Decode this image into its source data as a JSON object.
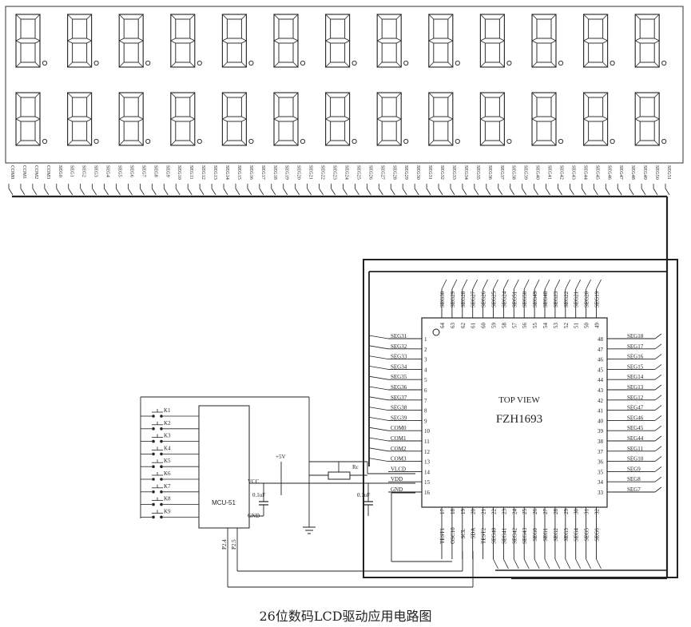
{
  "caption": "26位数码LCD驱动应用电路图",
  "lcd": {
    "pins": [
      "COM0",
      "COM1",
      "COM2",
      "COM3",
      "SEG0",
      "SEG1",
      "SEG2",
      "SEG3",
      "SEG4",
      "SEG5",
      "SEG6",
      "SEG7",
      "SEG8",
      "SEG9",
      "SEG10",
      "SEG11",
      "SEG12",
      "SEG13",
      "SEG14",
      "SEG15",
      "SEG16",
      "SEG17",
      "SEG18",
      "SEG19",
      "SEG20",
      "SEG21",
      "SEG22",
      "SEG23",
      "SEG24",
      "SEG25",
      "SEG26",
      "SEG27",
      "SEG28",
      "SEG29",
      "SEG30",
      "SEG31",
      "SEG32",
      "SEG33",
      "SEG34",
      "SEG35",
      "SEG36",
      "SEG37",
      "SEG38",
      "SEG39",
      "SEG40",
      "SEG41",
      "SEG42",
      "SEG43",
      "SEG44",
      "SEG45",
      "SEG46",
      "SEG47",
      "SEG48",
      "SEG49",
      "SEG50",
      "SEG51"
    ],
    "digits_per_row": 13,
    "rows": 2
  },
  "chip": {
    "title": "TOP VIEW",
    "name": "FZH1693",
    "pins": {
      "left": [
        {
          "num": "1",
          "label": "SEG31"
        },
        {
          "num": "2",
          "label": "SEG32"
        },
        {
          "num": "3",
          "label": "SEG33"
        },
        {
          "num": "4",
          "label": "SEG34"
        },
        {
          "num": "5",
          "label": "SEG35"
        },
        {
          "num": "6",
          "label": "SEG36"
        },
        {
          "num": "7",
          "label": "SEG37"
        },
        {
          "num": "8",
          "label": "SEG38"
        },
        {
          "num": "9",
          "label": "SEG39"
        },
        {
          "num": "10",
          "label": "COM0"
        },
        {
          "num": "11",
          "label": "COM1"
        },
        {
          "num": "12",
          "label": "COM2"
        },
        {
          "num": "13",
          "label": "COM3"
        },
        {
          "num": "14",
          "label": "VLCD"
        },
        {
          "num": "15",
          "label": "VDD"
        },
        {
          "num": "16",
          "label": "GND"
        }
      ],
      "right": [
        {
          "num": "48",
          "label": "SEG18"
        },
        {
          "num": "47",
          "label": "SEG17"
        },
        {
          "num": "46",
          "label": "SEG16"
        },
        {
          "num": "45",
          "label": "SEG15"
        },
        {
          "num": "44",
          "label": "SEG14"
        },
        {
          "num": "43",
          "label": "SEG13"
        },
        {
          "num": "42",
          "label": "SEG12"
        },
        {
          "num": "41",
          "label": "SEG47"
        },
        {
          "num": "40",
          "label": "SEG46"
        },
        {
          "num": "39",
          "label": "SEG45"
        },
        {
          "num": "38",
          "label": "SEG44"
        },
        {
          "num": "37",
          "label": "SEG11"
        },
        {
          "num": "36",
          "label": "SEG10"
        },
        {
          "num": "35",
          "label": "SEG9"
        },
        {
          "num": "34",
          "label": "SEG8"
        },
        {
          "num": "33",
          "label": "SEG7"
        }
      ],
      "top": [
        {
          "num": "64",
          "label": "SEG30"
        },
        {
          "num": "63",
          "label": "SEG29"
        },
        {
          "num": "62",
          "label": "SEG28"
        },
        {
          "num": "61",
          "label": "SEG27"
        },
        {
          "num": "60",
          "label": "SEG26"
        },
        {
          "num": "59",
          "label": "SEG25"
        },
        {
          "num": "58",
          "label": "SEG24"
        },
        {
          "num": "57",
          "label": "SEG51"
        },
        {
          "num": "56",
          "label": "SEG50"
        },
        {
          "num": "55",
          "label": "SEG49"
        },
        {
          "num": "54",
          "label": "SEG48"
        },
        {
          "num": "53",
          "label": "SEG23"
        },
        {
          "num": "52",
          "label": "SEG22"
        },
        {
          "num": "51",
          "label": "SEG21"
        },
        {
          "num": "50",
          "label": "SEG20"
        },
        {
          "num": "49",
          "label": "SEG19"
        }
      ],
      "bottom": [
        {
          "num": "17",
          "label": "TEST1"
        },
        {
          "num": "18",
          "label": "OSC10"
        },
        {
          "num": "19",
          "label": "SCL"
        },
        {
          "num": "20",
          "label": "SDA"
        },
        {
          "num": "21",
          "label": "TEST2"
        },
        {
          "num": "22",
          "label": "SEG40"
        },
        {
          "num": "23",
          "label": "SEG41"
        },
        {
          "num": "24",
          "label": "SEG42"
        },
        {
          "num": "25",
          "label": "SEG43"
        },
        {
          "num": "26",
          "label": "SEG0"
        },
        {
          "num": "27",
          "label": "SEG1"
        },
        {
          "num": "28",
          "label": "SEG2"
        },
        {
          "num": "29",
          "label": "SEG3"
        },
        {
          "num": "30",
          "label": "SEG4"
        },
        {
          "num": "31",
          "label": "SEG5"
        },
        {
          "num": "32",
          "label": "SEG6"
        }
      ]
    }
  },
  "mcu": {
    "name": "MCU-51",
    "vcc": "VCC",
    "gnd": "GND",
    "p24": "P2.4",
    "p25": "P2.5",
    "keys": [
      "K1",
      "K2",
      "K3",
      "K4",
      "K5",
      "K6",
      "K7",
      "K8",
      "K9"
    ]
  },
  "power": {
    "supply": "+5V",
    "cap1": "0.1uF",
    "cap2": "0.1uF",
    "resistor": "Rc"
  }
}
